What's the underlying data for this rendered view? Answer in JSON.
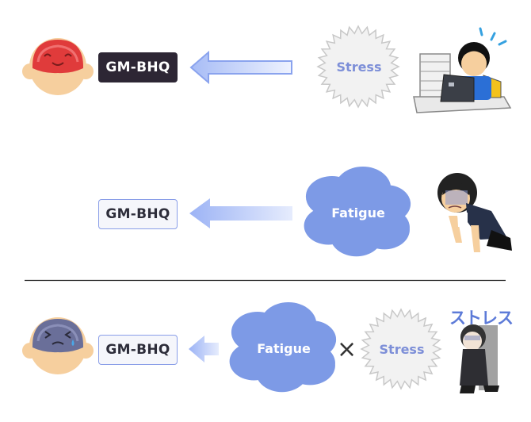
{
  "rows": [
    {
      "label": "GM-BHQ",
      "factor": "Stress"
    },
    {
      "label": "GM-BHQ",
      "factor": "Fatigue"
    },
    {
      "label": "GM-BHQ",
      "factor_1": "Fatigue",
      "operator": "×",
      "factor_2": "Stress",
      "caption": "ストレス"
    }
  ],
  "colors": {
    "dark_box": "#2d2634",
    "light_box_border": "#8a9ee8",
    "cloud": "#7d9ae6",
    "stress_text": "#7d8fd8",
    "arrow": "#9ab0f2"
  }
}
